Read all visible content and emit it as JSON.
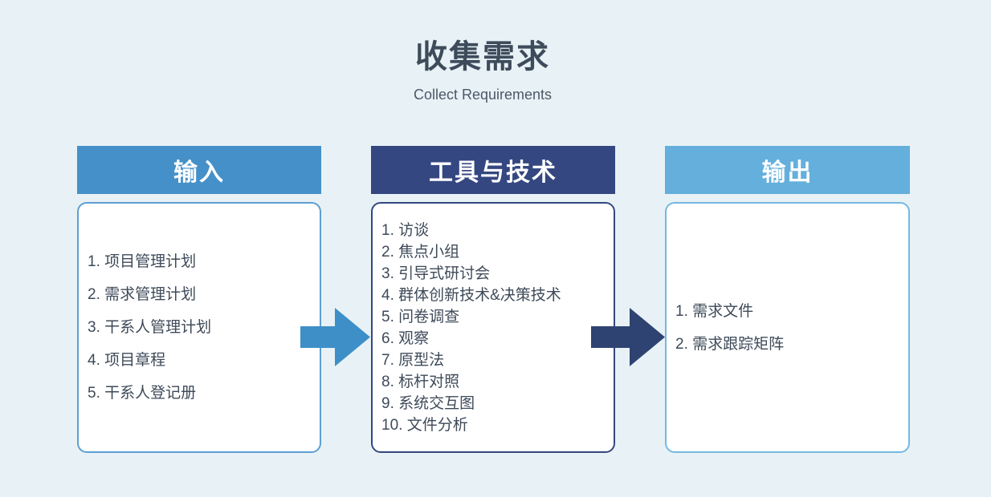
{
  "header": {
    "title": "收集需求",
    "subtitle": "Collect Requirements"
  },
  "columns": [
    {
      "id": "input",
      "header": "输入",
      "items": [
        "1. 项目管理计划",
        "2. 需求管理计划",
        "3. 干系人管理计划",
        "4. 项目章程",
        "5. 干系人登记册"
      ]
    },
    {
      "id": "tools-and-techniques",
      "header": "工具与技术",
      "items": [
        "1. 访谈",
        "2. 焦点小组",
        "3. 引导式研讨会",
        "4. 群体创新技术&决策技术",
        "5. 问卷调查",
        "6. 观察",
        "7. 原型法",
        "8. 标杆对照",
        "9. 系统交互图",
        "10. 文件分析"
      ]
    },
    {
      "id": "output",
      "header": "输出",
      "items": [
        "1. 需求文件",
        "2. 需求跟踪矩阵"
      ]
    }
  ],
  "arrows": [
    {
      "name": "input-to-tools-arrow",
      "color": "#3e8fc7"
    },
    {
      "name": "tools-to-output-arrow",
      "color": "#2f4372"
    }
  ],
  "colors": {
    "page_background": "#e8f2f6",
    "input_header_bg": "#4590c8",
    "tools_header_bg": "#344780",
    "output_header_bg": "#64afdc",
    "input_box_border": "#5c9fd3",
    "tools_box_border": "#344780",
    "output_box_border": "#74b8e2",
    "title_text": "#3d4b5b",
    "subtitle_text": "#4c5868",
    "list_text": "#3e4a59",
    "header_text": "#ffffff",
    "box_background": "#ffffff"
  }
}
